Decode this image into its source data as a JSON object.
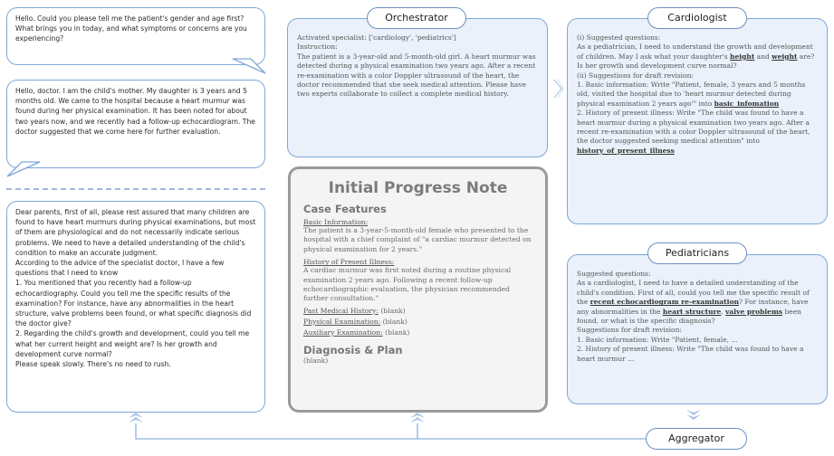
{
  "conversation": {
    "doctor_q1": "Hello. Could you please tell me the patient's gender and age first? What brings you in today, and what symptoms or concerns are you experiencing?",
    "mother_reply": "Hello, doctor. I am the child's mother. My daughter is 3 years and 5 months old. We came to the hospital because a heart murmur was found during her physical examination. It has been noted for about two years now, and we recently had a follow-up echocardiogram. The doctor suggested that we come here for further evaluation.",
    "doctor_reply_lines": [
      "Dear parents, first of all, please rest assured that many children are found to have heart murmurs during physical examinations, but most of them are physiological and do not necessarily indicate serious problems. We need to have a detailed understanding of the child's condition to make an accurate judgment.",
      "According to the advice of the specialist doctor, I have a few questions that I need to know",
      "1. You mentioned that you recently had a follow-up echocardiography. Could you tell me the specific results of the examination? For instance, have any abnormalities in the heart structure, valve problems been found, or what specific diagnosis did the doctor give?",
      "2. Regarding the child's growth and development, could you tell me what her current height and weight are? Is her growth and development curve normal?",
      "Please speak slowly. There's no need to rush."
    ]
  },
  "orchestrator": {
    "label": "Orchestrator",
    "activated": "Activated specialist: ['cardiology', 'pediatrics']",
    "instruction_label": "Instruction:",
    "instruction": "The patient is a 3-year-old and 5-month-old girl. A heart murmur was detected during a physical examination two years ago. After a recent re-examination with a color Doppler ultrasound of the heart, the doctor recommended that she seek medical attention. Please have two experts collaborate to collect a complete medical history."
  },
  "note": {
    "title": "Initial Progress Note",
    "case_features": "Case Features",
    "basic_label": "Basic Information:",
    "basic_text": "The patient is a 3-year-5-month-old female who presented to the hospital with a chief complaint of \"a cardiac murmur detected on physical examination for 2 years.\"",
    "hpi_label": "History of Present Illness:",
    "hpi_text": "A cardiac murmur was first noted during a routine physical examination 2 years ago. Following a recent follow-up echocardiographic evaluation, the physician recommended further consultation.\"",
    "pmh_label": "Past Medical History:",
    "pe_label": "Physical Examination:",
    "aux_label": "Auxiliary Examination:",
    "blank": "(blank)",
    "diag_title": "Diagnosis & Plan",
    "diag_blank": "(blank)"
  },
  "cardiologist": {
    "label": "Cardiologist",
    "q_title": "(i) Suggested questions:",
    "q_a": "As a pediatrician, I need to understand the growth and development of children. May I ask what your daughter's ",
    "kw_height": "height",
    "q_and": " and ",
    "kw_weight": "weight",
    "q_b": " are? Is her growth and development curve normal?",
    "s_title": "(ii) Suggestions for draft revision:",
    "s1_a": "1. Basic information: Write \"Patient, female, 3 years and 5 months old, visited the hospital due to 'heart murmur detected during physical examination 2 years ago'\" into ",
    "kw_basic": "basic_infomation",
    "s2_a": "2. History of present illness: Write \"The child was found to have a heart murmur during a physical examination two years ago. After a recent re-examination with a color Doppler ultrasound of the heart, the doctor suggested seeking medical attention\" into ",
    "kw_hpi": "history_of_present_illness"
  },
  "pediatricians": {
    "label": "Pediatricians",
    "q_title": "Suggested questions:",
    "q_a": "As a cardiologist, I need to have a detailed understanding of the child's condition. First of all, could you tell me the specific result of the ",
    "kw_echo": "recent echocardiogram re-examination",
    "q_b": "? For instance, have any abnormalities in the ",
    "kw_heart": "heart structure",
    "q_c": ", ",
    "kw_valve": "valve problems",
    "q_d": " been found, or what is the specific diagnosis?",
    "s_title": "Suggestions for draft revision:",
    "s1": "1. Basic information: Write \"Patient, female, ...",
    "s2": "2. History of present illness: Write \"The child was found to have a heart murmur ..."
  },
  "aggregator": {
    "label": "Aggregator"
  }
}
